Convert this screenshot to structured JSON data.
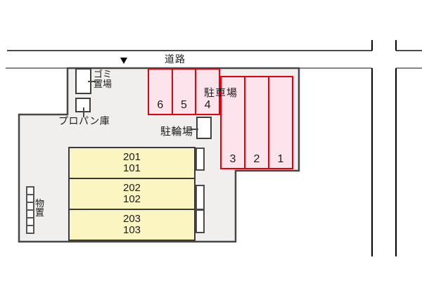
{
  "road": {
    "label": "道路",
    "arrow_icon": "down-triangle"
  },
  "parking": {
    "label": "駐車場",
    "top_row_stalls": [
      "6",
      "5",
      "4"
    ],
    "right_row_stalls": [
      "3",
      "2",
      "1"
    ]
  },
  "bicycle_parking": {
    "label": "駐輪場"
  },
  "garbage_area": {
    "label_line1": "ゴミ",
    "label_line2": "置場"
  },
  "propane_storage": {
    "label": "プロパン庫"
  },
  "storage_shed": {
    "label_char1": "物",
    "label_char2": "置",
    "cell_count": 6
  },
  "building": {
    "units": [
      {
        "upper": "201",
        "lower": "101"
      },
      {
        "upper": "202",
        "lower": "102"
      },
      {
        "upper": "203",
        "lower": "103"
      }
    ]
  },
  "colors": {
    "site_fill": "#f0efed",
    "site_border": "#474747",
    "parking_fill": "#fde4ec",
    "parking_border": "#e8000d",
    "building_fill": "#fbf5c1",
    "building_border": "#3a3a3a",
    "road_top_line": "#4b4b4b",
    "road_bottom_line": "#868686",
    "cross_road_line": "#000000",
    "text": "#1c1c1c"
  }
}
